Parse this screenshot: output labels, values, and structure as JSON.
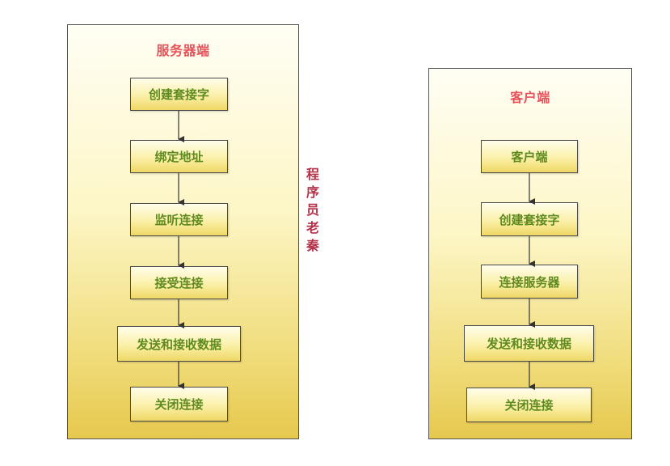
{
  "server": {
    "title": "服务器端",
    "steps": [
      "创建套接字",
      "绑定地址",
      "监听连接",
      "接受连接",
      "发送和接收数据",
      "关闭连接"
    ]
  },
  "client": {
    "title": "客户端",
    "steps": [
      "客户端",
      "创建套接字",
      "连接服务器",
      "发送和接收数据",
      "关闭连接"
    ]
  },
  "watermark": {
    "chars": [
      "程",
      "序",
      "员",
      "老",
      "秦"
    ]
  },
  "colors": {
    "title": "#e8525a",
    "step_text": "#5e8a1e",
    "watermark": "#b3324a",
    "border": "#4a4a4a"
  }
}
